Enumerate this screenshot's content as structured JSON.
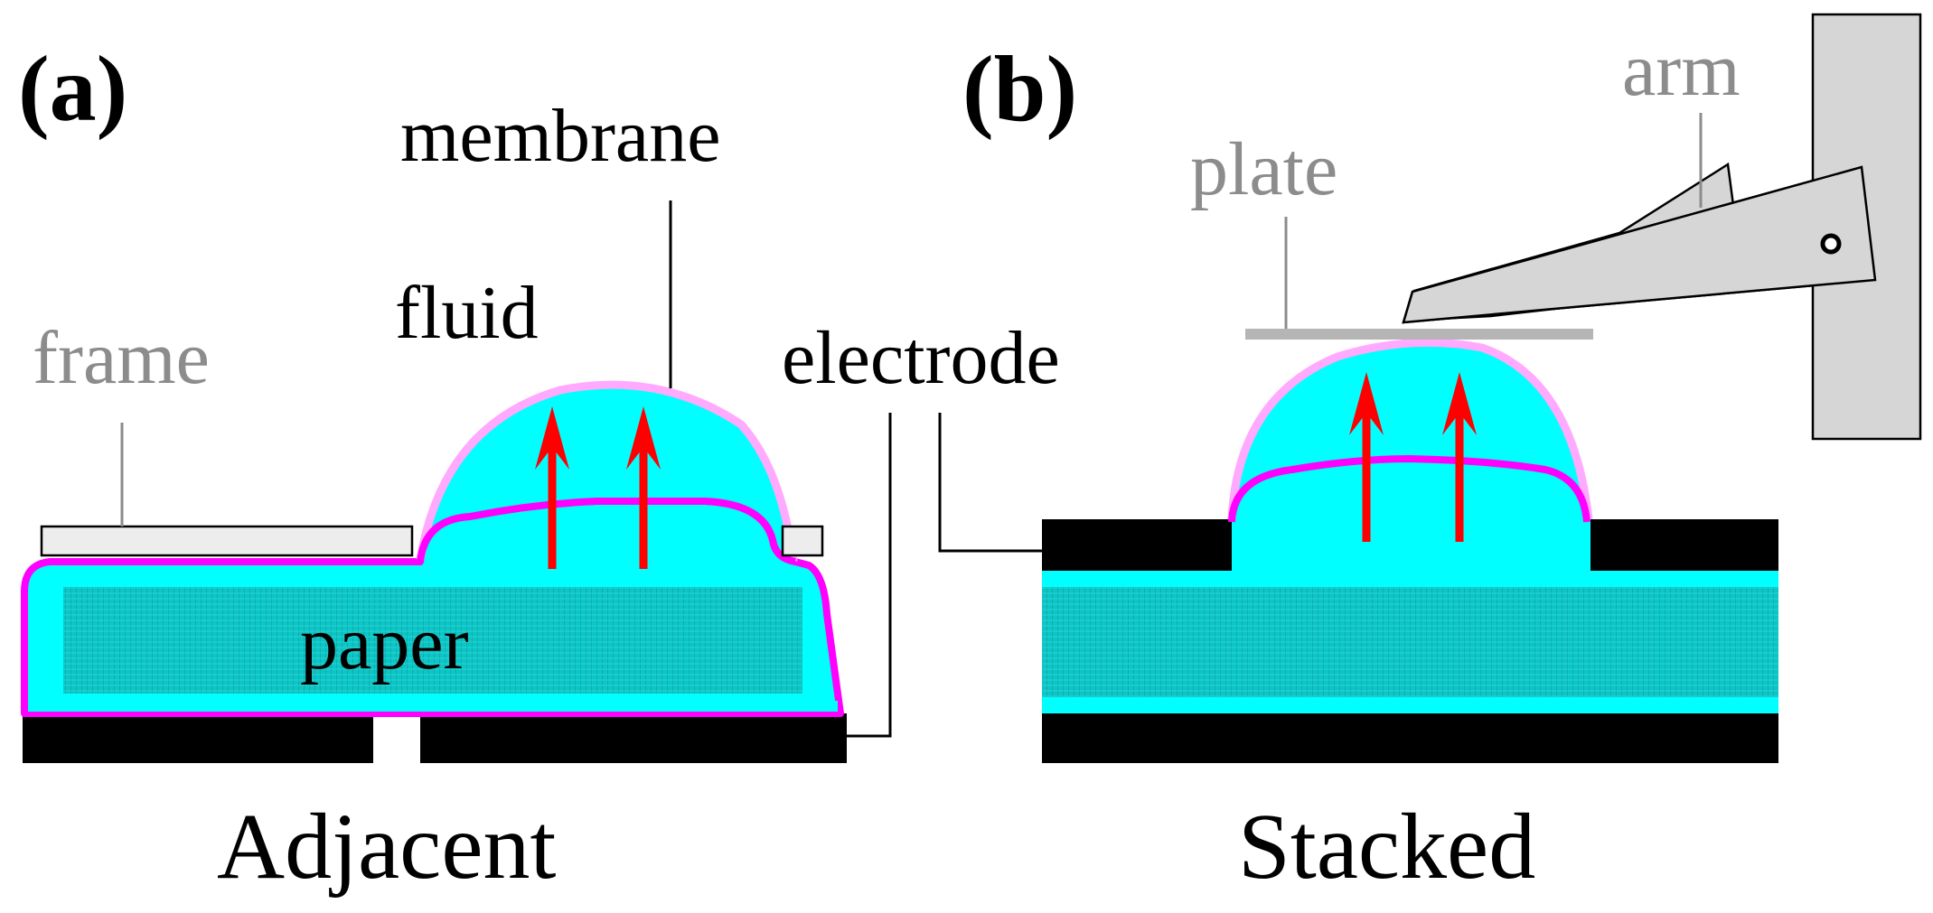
{
  "panels": {
    "a": {
      "tag": "(a)",
      "caption": "Adjacent",
      "labels": {
        "membrane": "membrane",
        "fluid": "fluid",
        "frame": "frame",
        "electrode": "electrode",
        "paper": "paper"
      }
    },
    "b": {
      "tag": "(b)",
      "caption": "Stacked",
      "labels": {
        "plate": "plate",
        "arm": "arm"
      }
    }
  },
  "colors": {
    "fluid": "#00ffff",
    "paper": "#0fc4c4",
    "membrane_inner": "#ff00ff",
    "membrane_outer": "#ffaaff",
    "electrode": "#000000",
    "frame_fill": "#ededed",
    "arrow": "#ff0000",
    "apparatus": "#d6d6d6",
    "gray_label": "#8c8c8c"
  }
}
